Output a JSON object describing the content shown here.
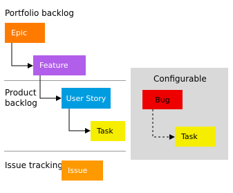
{
  "sections": {
    "portfolio_backlog": "Portfolio backlog",
    "product_backlog": "Product\nbacklog",
    "issue_tracking": "Issue tracking",
    "configurable": "Configurable"
  },
  "work_items": {
    "epic": {
      "label": "Epic",
      "color": "#ff7b00"
    },
    "feature": {
      "label": "Feature",
      "color": "#b15eea"
    },
    "user_story": {
      "label": "User Story",
      "color": "#009ce0"
    },
    "task": {
      "label": "Task",
      "color": "#f5ee00"
    },
    "bug": {
      "label": "Bug",
      "color": "#ee0000"
    },
    "configurable_task": {
      "label": "Task",
      "color": "#f5ee00"
    },
    "issue": {
      "label": "Issue",
      "color": "#ff9900"
    }
  },
  "colors": {
    "configurable_panel": "#d9d9d9",
    "divider": "#9a9a9a",
    "connector": "#000000"
  }
}
